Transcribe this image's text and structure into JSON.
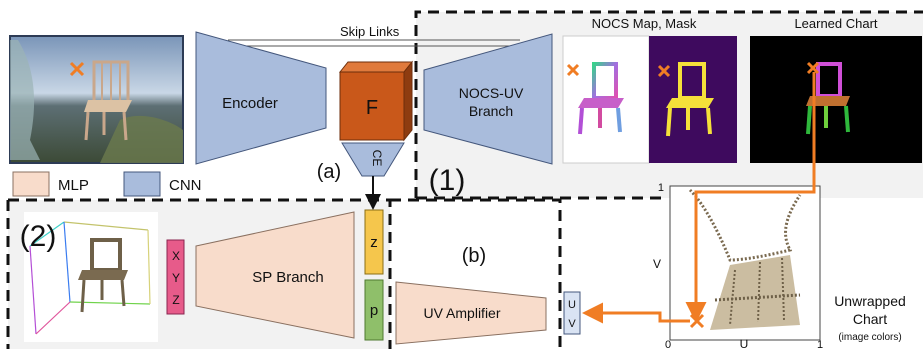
{
  "labels": {
    "skip_links": "Skip Links",
    "encoder": "Encoder",
    "feature": "F",
    "ce": "CE",
    "nocs_uv_branch_line1": "NOCS-UV",
    "nocs_uv_branch_line2": "Branch",
    "nocs_map_mask": "NOCS Map, Mask",
    "learned_chart": "Learned Chart",
    "legend_mlp": "MLP",
    "legend_cnn": "CNN",
    "marker_a": "(a)",
    "marker_b": "(b)",
    "marker_1": "(1)",
    "marker_2": "(2)",
    "xyz_x": "X",
    "xyz_y": "Y",
    "xyz_z": "Z",
    "sp_branch": "SP Branch",
    "z": "z",
    "p": "p",
    "uv_amplifier": "UV Amplifier",
    "uv_u": "U",
    "uv_v": "V",
    "axis_v": "V",
    "axis_u": "U",
    "tick_0": "0",
    "tick_1_top": "1",
    "tick_1_right": "1",
    "unwrapped_line1": "Unwrapped",
    "unwrapped_line2": "Chart",
    "image_colors": "(image colors)"
  },
  "colors": {
    "mlp": "#f8dccb",
    "cnn": "#a9bcdc",
    "feature_front": "#c9581a",
    "feature_top": "#e07a3c",
    "feature_side": "#8e3c10",
    "z_box": "#f5c64c",
    "p_box": "#8fbf6a",
    "xyz_box": "#e75b8a",
    "nocs_bg": "#3e0a5e",
    "chart_bg": "#000000",
    "arrow_orange": "#f07d24",
    "dashed": "#111111",
    "panel_gray": "#f2f2f2"
  }
}
